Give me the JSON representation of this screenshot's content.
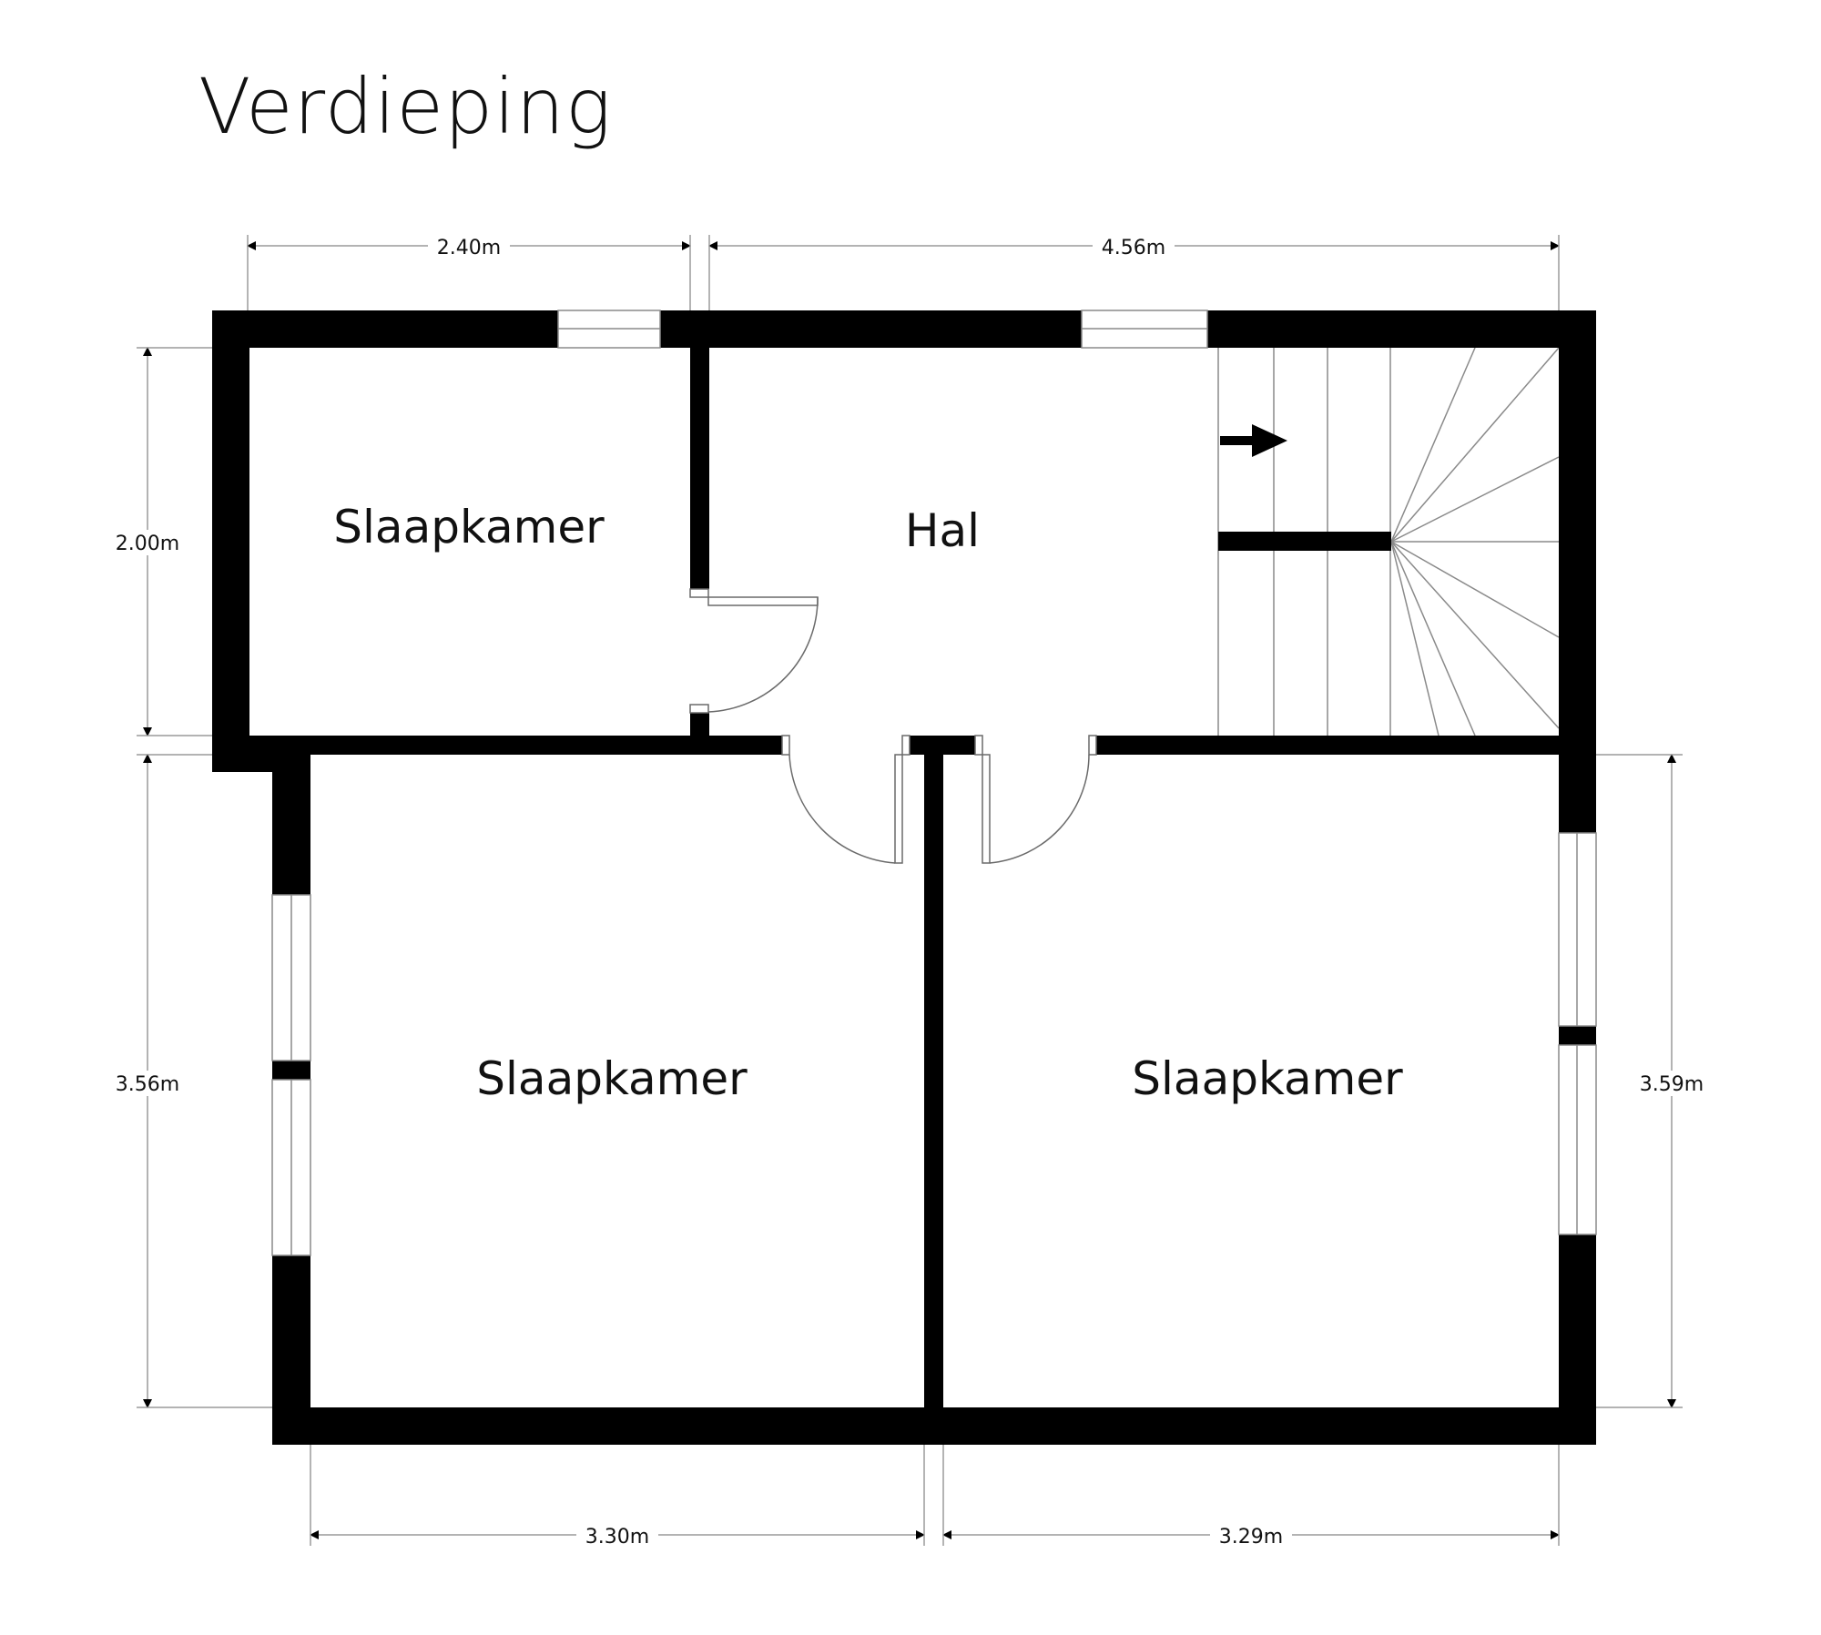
{
  "title": "Verdieping",
  "rooms": [
    {
      "name": "Slaapkamer",
      "position": "top-left"
    },
    {
      "name": "Hal",
      "position": "top-center"
    },
    {
      "name": "Slaapkamer",
      "position": "bottom-left"
    },
    {
      "name": "Slaapkamer",
      "position": "bottom-right"
    }
  ],
  "dimensions": {
    "top_left": "2.40m",
    "top_right": "4.56m",
    "left_upper": "2.00m",
    "left_lower": "3.56m",
    "right": "3.59m",
    "bottom_left": "3.30m",
    "bottom_right": "3.29m"
  },
  "icons": {
    "stair_direction": "arrow-right-icon"
  },
  "colors": {
    "wall": "#000000",
    "line": "#8a8a8a",
    "background": "#ffffff"
  }
}
